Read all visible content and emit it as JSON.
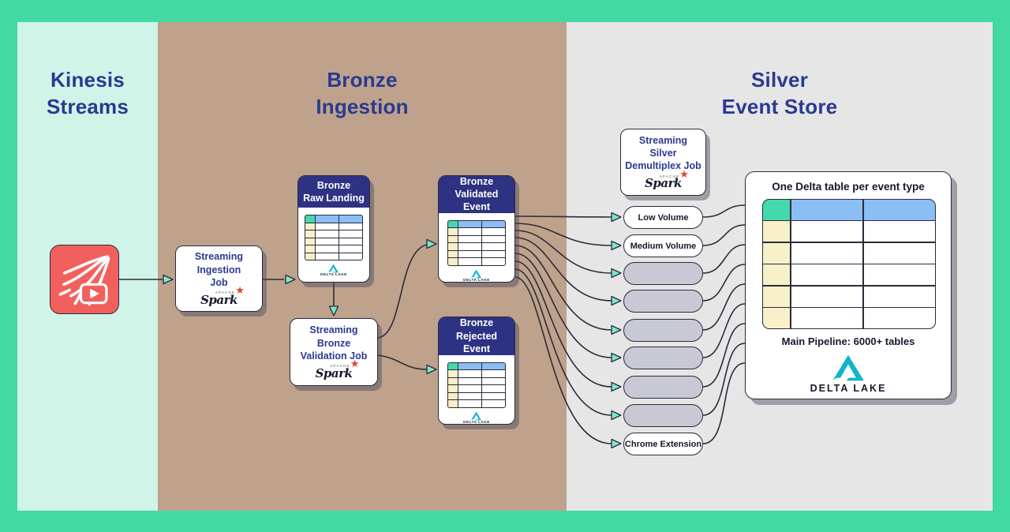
{
  "sections": {
    "kinesis": {
      "title": "Kinesis\nStreams"
    },
    "bronze": {
      "title": "Bronze\nIngestion"
    },
    "silver": {
      "title": "Silver\nEvent Store"
    }
  },
  "nodes": {
    "streaming_ingestion_job": {
      "label": "Streaming\nIngestion\nJob"
    },
    "bronze_raw_landing": {
      "label": "Bronze\nRaw Landing"
    },
    "streaming_bronze_validation_job": {
      "label": "Streaming\nBronze\nValidation Job"
    },
    "bronze_validated_event": {
      "label": "Bronze\nValidated Event"
    },
    "bronze_rejected_event": {
      "label": "Bronze\nRejected Event"
    },
    "streaming_silver_demultiplex_job": {
      "label": "Streaming\nSilver\nDemultiplex Job"
    }
  },
  "pills": [
    {
      "label": "Low Volume",
      "variant": "white"
    },
    {
      "label": "Medium Volume",
      "variant": "white"
    },
    {
      "label": "",
      "variant": "gray"
    },
    {
      "label": "",
      "variant": "gray"
    },
    {
      "label": "",
      "variant": "gray"
    },
    {
      "label": "",
      "variant": "gray"
    },
    {
      "label": "",
      "variant": "gray"
    },
    {
      "label": "",
      "variant": "gray"
    },
    {
      "label": "Chrome Extension",
      "variant": "white"
    }
  ],
  "event_store": {
    "title": "One Delta table per event type",
    "caption": "Main Pipeline: 6000+ tables"
  },
  "logos": {
    "spark_top": "APACHE",
    "spark_name": "Spark",
    "delta": "DELTA LAKE"
  },
  "colors": {
    "frame": "#42d9a4",
    "kinesis_bg": "#d0f4e8",
    "bronze_bg": "#bea28b",
    "silver_bg": "#e6e6e7",
    "navy_text": "#2b3990",
    "card_header": "#2d3283",
    "kinesis_icon_red": "#f2605d",
    "arrow_line": "#2b2b3a",
    "arrowhead": "#7ee7c8",
    "table_header_blue": "#8abef5",
    "table_corner_teal": "#45d8ac",
    "table_key_yellow": "#f8f0c8",
    "pill_gray": "#c9c9d6",
    "delta_teal": "#0fb3cd"
  }
}
